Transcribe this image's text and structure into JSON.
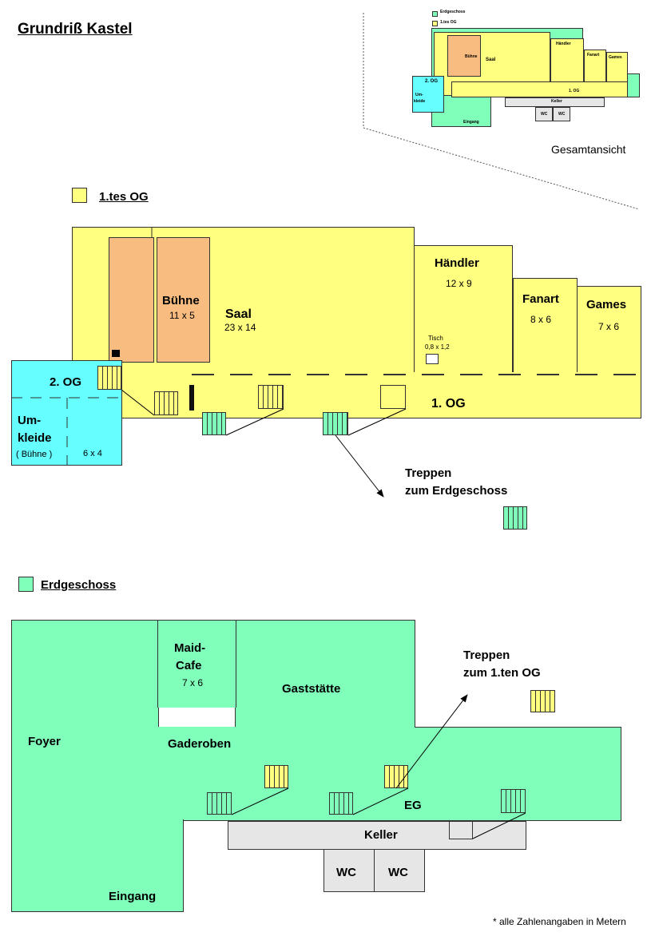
{
  "title": "Grundriß Kastel",
  "overview_label": "Gesamtansicht",
  "overview": {
    "legend_ground": "Erdgeschoss",
    "legend_upper": "1.tes OG",
    "labels": [
      "Händler",
      "Fanart",
      "Games",
      "Bühne",
      "Saal",
      "2. OG",
      "Um-",
      "kleide",
      "Keller",
      "Eingang",
      "WC",
      "WC",
      "1. OG"
    ]
  },
  "upper": {
    "legend": "1.tes OG",
    "stage": {
      "name": "Bühne",
      "size": "11 x 5"
    },
    "hall": {
      "name": "Saal",
      "size": "23 x 14"
    },
    "dealer": {
      "name": "Händler",
      "size": "12 x 9"
    },
    "table": {
      "name": "Tisch",
      "size": "0,8 x 1,2"
    },
    "fanart": {
      "name": "Fanart",
      "size": "8 x 6"
    },
    "games": {
      "name": "Games",
      "size": "7 x 6"
    },
    "second_floor": "2. OG",
    "dressing_line1": "Um-",
    "dressing_line2": "kleide",
    "dressing_note": "( Bühne )",
    "dressing_size": "6 x 4",
    "floor": "1. OG",
    "stairs_line1": "Treppen",
    "stairs_line2": "zum Erdgeschoss"
  },
  "ground": {
    "legend": "Erdgeschoss",
    "maid_line1": "Maid-",
    "maid_line2": "Cafe",
    "maid_size": "7 x 6",
    "restaurant": "Gaststätte",
    "foyer": "Foyer",
    "cloakroom": "Gaderoben",
    "floor": "EG",
    "basement": "Keller",
    "wc1": "WC",
    "wc2": "WC",
    "entrance": "Eingang",
    "stairs_line1": "Treppen",
    "stairs_line2": "zum 1.ten OG"
  },
  "footnote": "* alle Zahlenangaben in Metern",
  "colors": {
    "upper_floor": "#ffff80",
    "ground_floor": "#80ffbb",
    "stage": "#f9bc80",
    "second_floor": "#66ffff",
    "basement": "#e6e6e6"
  }
}
